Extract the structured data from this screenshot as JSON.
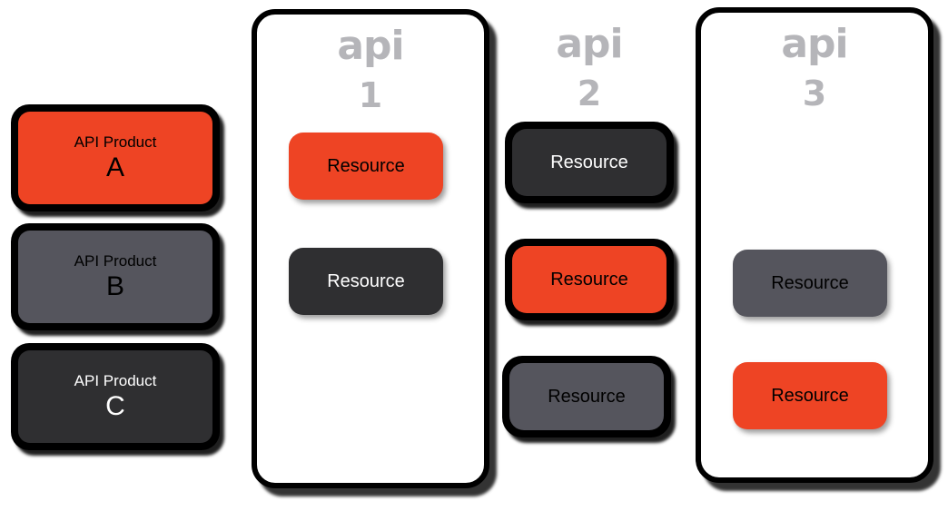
{
  "colors": {
    "orange": "#EE4424",
    "dark": "#2F2F31",
    "gray": "#55555D",
    "label-gray": "#B5B5B9",
    "outline": "#000000",
    "background": "#FFFFFF"
  },
  "products": [
    {
      "label": "API Product",
      "letter": "A",
      "variant": "orange"
    },
    {
      "label": "API Product",
      "letter": "B",
      "variant": "gray"
    },
    {
      "label": "API Product",
      "letter": "C",
      "variant": "dark"
    }
  ],
  "apis": [
    {
      "name": "api",
      "number": "1",
      "container": true,
      "resources": [
        {
          "label": "Resource",
          "variant": "orange",
          "outlined": false
        },
        {
          "label": "Resource",
          "variant": "dark",
          "outlined": false
        }
      ]
    },
    {
      "name": "api",
      "number": "2",
      "container": false,
      "resources": [
        {
          "label": "Resource",
          "variant": "dark",
          "outlined": true
        },
        {
          "label": "Resource",
          "variant": "orange",
          "outlined": true
        },
        {
          "label": "Resource",
          "variant": "gray",
          "outlined": true
        }
      ]
    },
    {
      "name": "api",
      "number": "3",
      "container": true,
      "resources": [
        {
          "label": "Resource",
          "variant": "gray",
          "outlined": false
        },
        {
          "label": "Resource",
          "variant": "orange",
          "outlined": false
        }
      ]
    }
  ]
}
